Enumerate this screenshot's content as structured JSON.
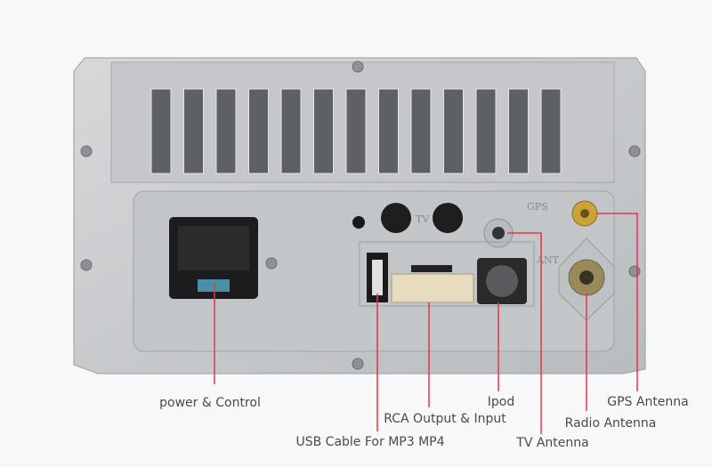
{
  "panel_imprints": {
    "gps": "GPS",
    "tv": "TV",
    "ant": "ANT"
  },
  "labels": {
    "power": "power & Control",
    "usb": "USB Cable For MP3 MP4",
    "rca": "RCA Output & Input",
    "ipod": "Ipod",
    "tv_antenna": "TV Antenna",
    "radio_antenna": "Radio Antenna",
    "gps_antenna": "GPS Antenna"
  },
  "colors": {
    "leader_line": "#e8334a",
    "metal": "#c9cbcd",
    "label_text": "#4a4a4a"
  }
}
